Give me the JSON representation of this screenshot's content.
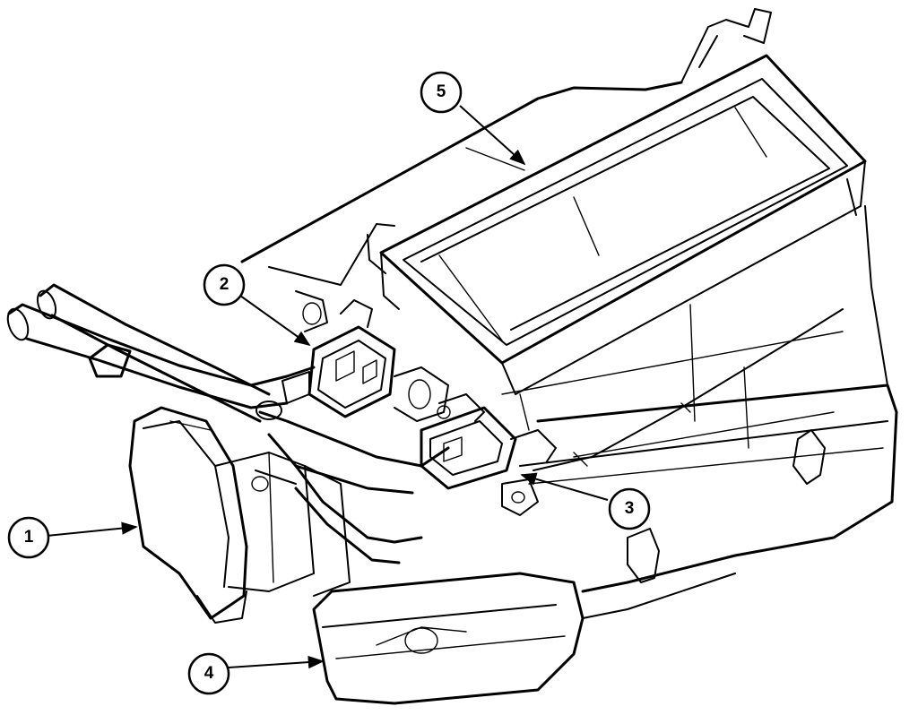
{
  "diagram": {
    "colors": {
      "line": "#000000",
      "background": "#ffffff"
    },
    "callouts": [
      {
        "id": "1",
        "label": "1"
      },
      {
        "id": "2",
        "label": "2"
      },
      {
        "id": "3",
        "label": "3"
      },
      {
        "id": "4",
        "label": "4"
      },
      {
        "id": "5",
        "label": "5"
      }
    ]
  }
}
